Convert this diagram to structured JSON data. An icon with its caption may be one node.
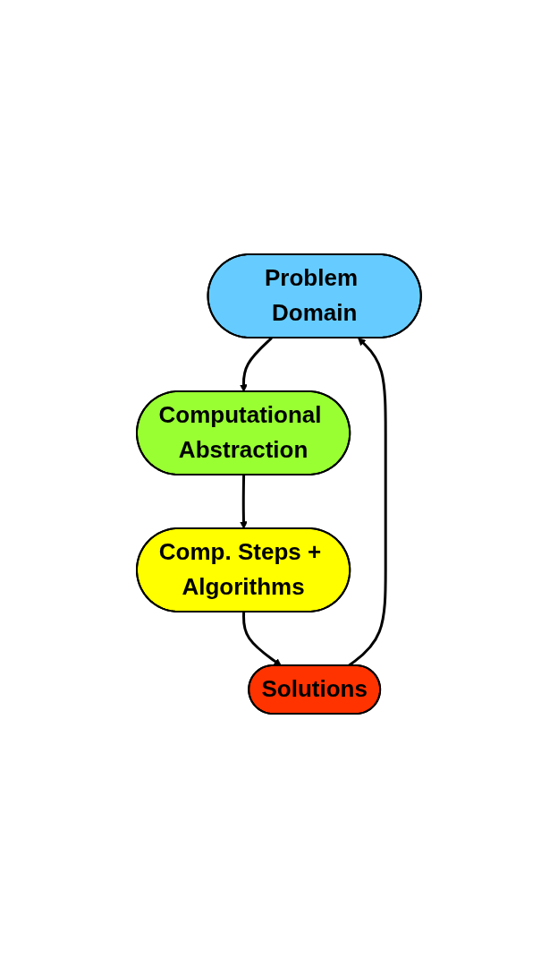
{
  "diagram": {
    "nodes": [
      {
        "text": [
          "Problem Domain"
        ]
      },
      {
        "text": [
          "Computational Abstraction"
        ]
      },
      {
        "text": [
          "Comp. Steps + Algorithms"
        ]
      },
      {
        "text": [
          "Solutions"
        ]
      }
    ],
    "edges": [
      {
        "from": 0,
        "to": 1,
        "arrow": "to"
      },
      {
        "from": 1,
        "to": 2,
        "arrow": "to"
      },
      {
        "from": 2,
        "to": 3,
        "arrow": "to"
      },
      {
        "from": 3,
        "to": 0,
        "arrow": "to"
      }
    ]
  }
}
